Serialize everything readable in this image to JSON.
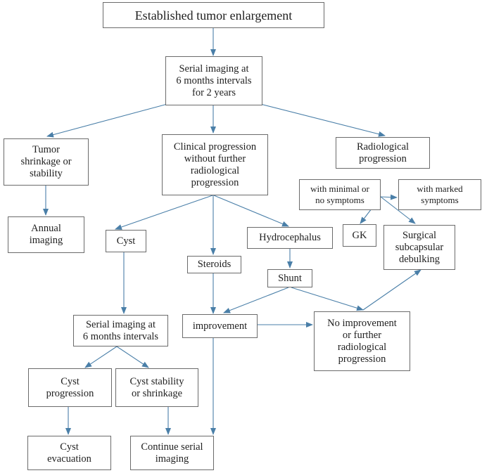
{
  "diagram": {
    "nodes": {
      "established": "Established tumor enlargement",
      "serial_imaging": "Serial imaging at\n6 months intervals\nfor 2 years",
      "shrinkage": "Tumor\nshrinkage or\nstability",
      "clinical_progression": "Clinical progression\nwithout further\nradiological\nprogression",
      "radiological_progression": "Radiological\nprogression",
      "minimal_symptoms": "with minimal or\nno symptoms",
      "marked_symptoms": "with marked\nsymptoms",
      "annual_imaging": "Annual\nimaging",
      "cyst": "Cyst",
      "hydrocephalus": "Hydrocephalus",
      "gk": "GK",
      "surgical_debulking": "Surgical\nsubcapsular\ndebulking",
      "steroids": "Steroids",
      "shunt": "Shunt",
      "cyst_serial_imaging": "Serial imaging at\n6 months intervals",
      "improvement": "improvement",
      "no_improvement": "No improvement\nor further\nradiological\nprogression",
      "cyst_progression": "Cyst\nprogression",
      "cyst_stability": "Cyst stability\nor shrinkage",
      "cyst_evacuation": "Cyst\nevacuation",
      "continue_serial": "Continue serial\nimaging"
    },
    "colors": {
      "arrow": "#4a7fa8",
      "box_border": "#6b6b6b",
      "text": "#1f1f1f"
    }
  }
}
